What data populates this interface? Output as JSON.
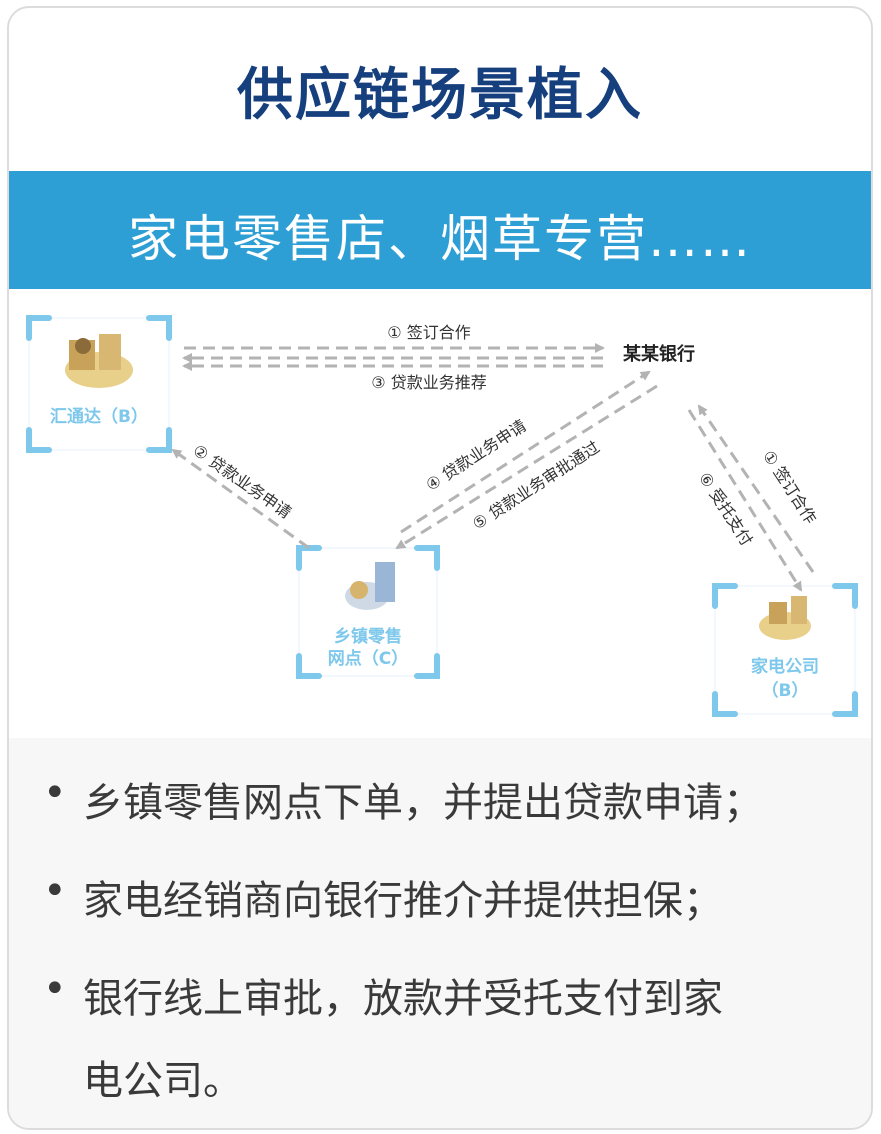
{
  "title": "供应链场景植入",
  "banner": "家电零售店、烟草专营……",
  "diagram": {
    "nodes": {
      "huitongda": "汇通达（B）",
      "bank": "某某银行",
      "retail_line1": "乡镇零售",
      "retail_line2": "网点（C）",
      "appliance_line1": "家电公司",
      "appliance_line2": "（B）"
    },
    "edges": {
      "sign_top": "① 签订合作",
      "recommend": "③ 贷款业务推荐",
      "apply_b": "② 贷款业务申请",
      "apply_bank": "④ 贷款业务申请",
      "approved": "⑤ 贷款业务审批通过",
      "sign_right": "① 签订合作",
      "pay": "⑥ 受托支付"
    },
    "icons": [
      "worker-icon",
      "retail-icon",
      "appliance-icon"
    ]
  },
  "bullets": [
    {
      "dot": "•",
      "lines": [
        "乡镇零售网点下单，并提出贷款申请；"
      ]
    },
    {
      "dot": "•",
      "lines": [
        "家电经销商向银行推介并提供担保；"
      ]
    },
    {
      "dot": "•",
      "lines": [
        "银行线上审批，放款并受托支付到家",
        "电公司。"
      ]
    }
  ],
  "colors": {
    "title": "#163f7d",
    "band": "#2d9fd5",
    "node_frame": "#7ec8ec",
    "arrow": "#b3b3b3"
  }
}
